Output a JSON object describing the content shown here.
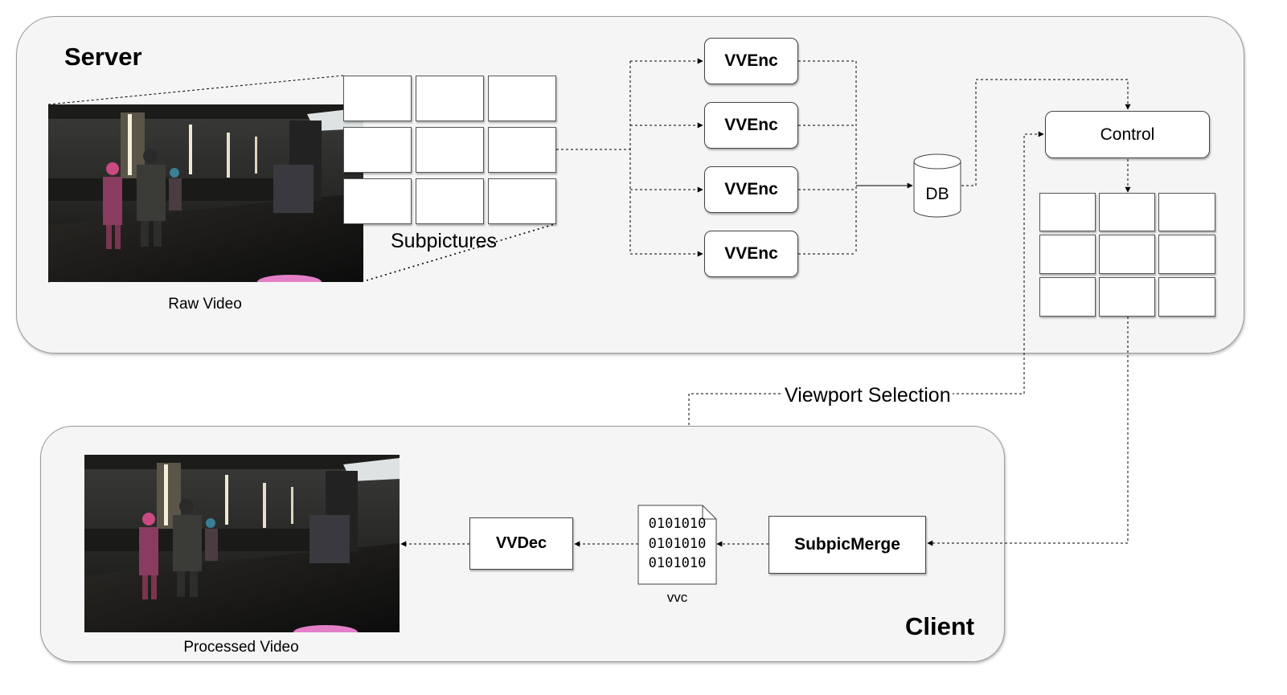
{
  "server": {
    "title": "Server",
    "raw_video_caption": "Raw Video",
    "subpictures_label": "Subpictures"
  },
  "encoders": [
    "VVEnc",
    "VVEnc",
    "VVEnc",
    "VVEnc"
  ],
  "db_label": "DB",
  "control_label": "Control",
  "viewport_label": "Viewport Selection",
  "client": {
    "title": "Client",
    "merge_label": "SubpicMerge",
    "bitstream_lines": [
      "0101010",
      "0101010",
      "0101010"
    ],
    "bitstream_caption": "vvc",
    "decoder_label": "VVDec",
    "processed_video_caption": "Processed Video"
  },
  "colors": {
    "panel": "#f5f5f5",
    "panel_border": "#9a9a9a",
    "line": "#000000"
  }
}
